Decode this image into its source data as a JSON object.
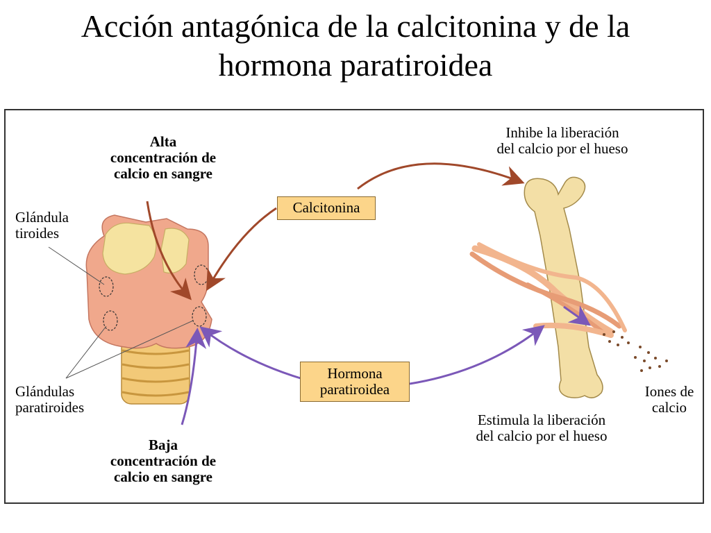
{
  "title": {
    "line1": "Acción antagónica de la calcitonina y de la",
    "line2": "hormona paratiroidea"
  },
  "labels": {
    "high_calcium": [
      "Alta",
      "concentración de",
      "calcio en sangre"
    ],
    "thyroid": [
      "Glándula",
      "tiroides"
    ],
    "parathyroids": [
      "Glándulas",
      "paratiroides"
    ],
    "low_calcium": [
      "Baja",
      "concentración de",
      "calcio en sangre"
    ],
    "inhibits": [
      "Inhibe la liberación",
      "del calcio por el hueso"
    ],
    "stimulates": [
      "Estimula la liberación",
      "del calcio por el hueso"
    ],
    "calcium_ions": [
      "Iones de",
      "calcio"
    ]
  },
  "boxes": {
    "calcitonin": "Calcitonina",
    "pth": [
      "Hormona",
      "paratiroidea"
    ]
  },
  "colors": {
    "calcitonin_arrow": "#a0482a",
    "pth_arrow": "#7b58b8",
    "box_fill": "#fcd58a",
    "bone": "#f3dfa6",
    "gland": "#f0a88c"
  }
}
